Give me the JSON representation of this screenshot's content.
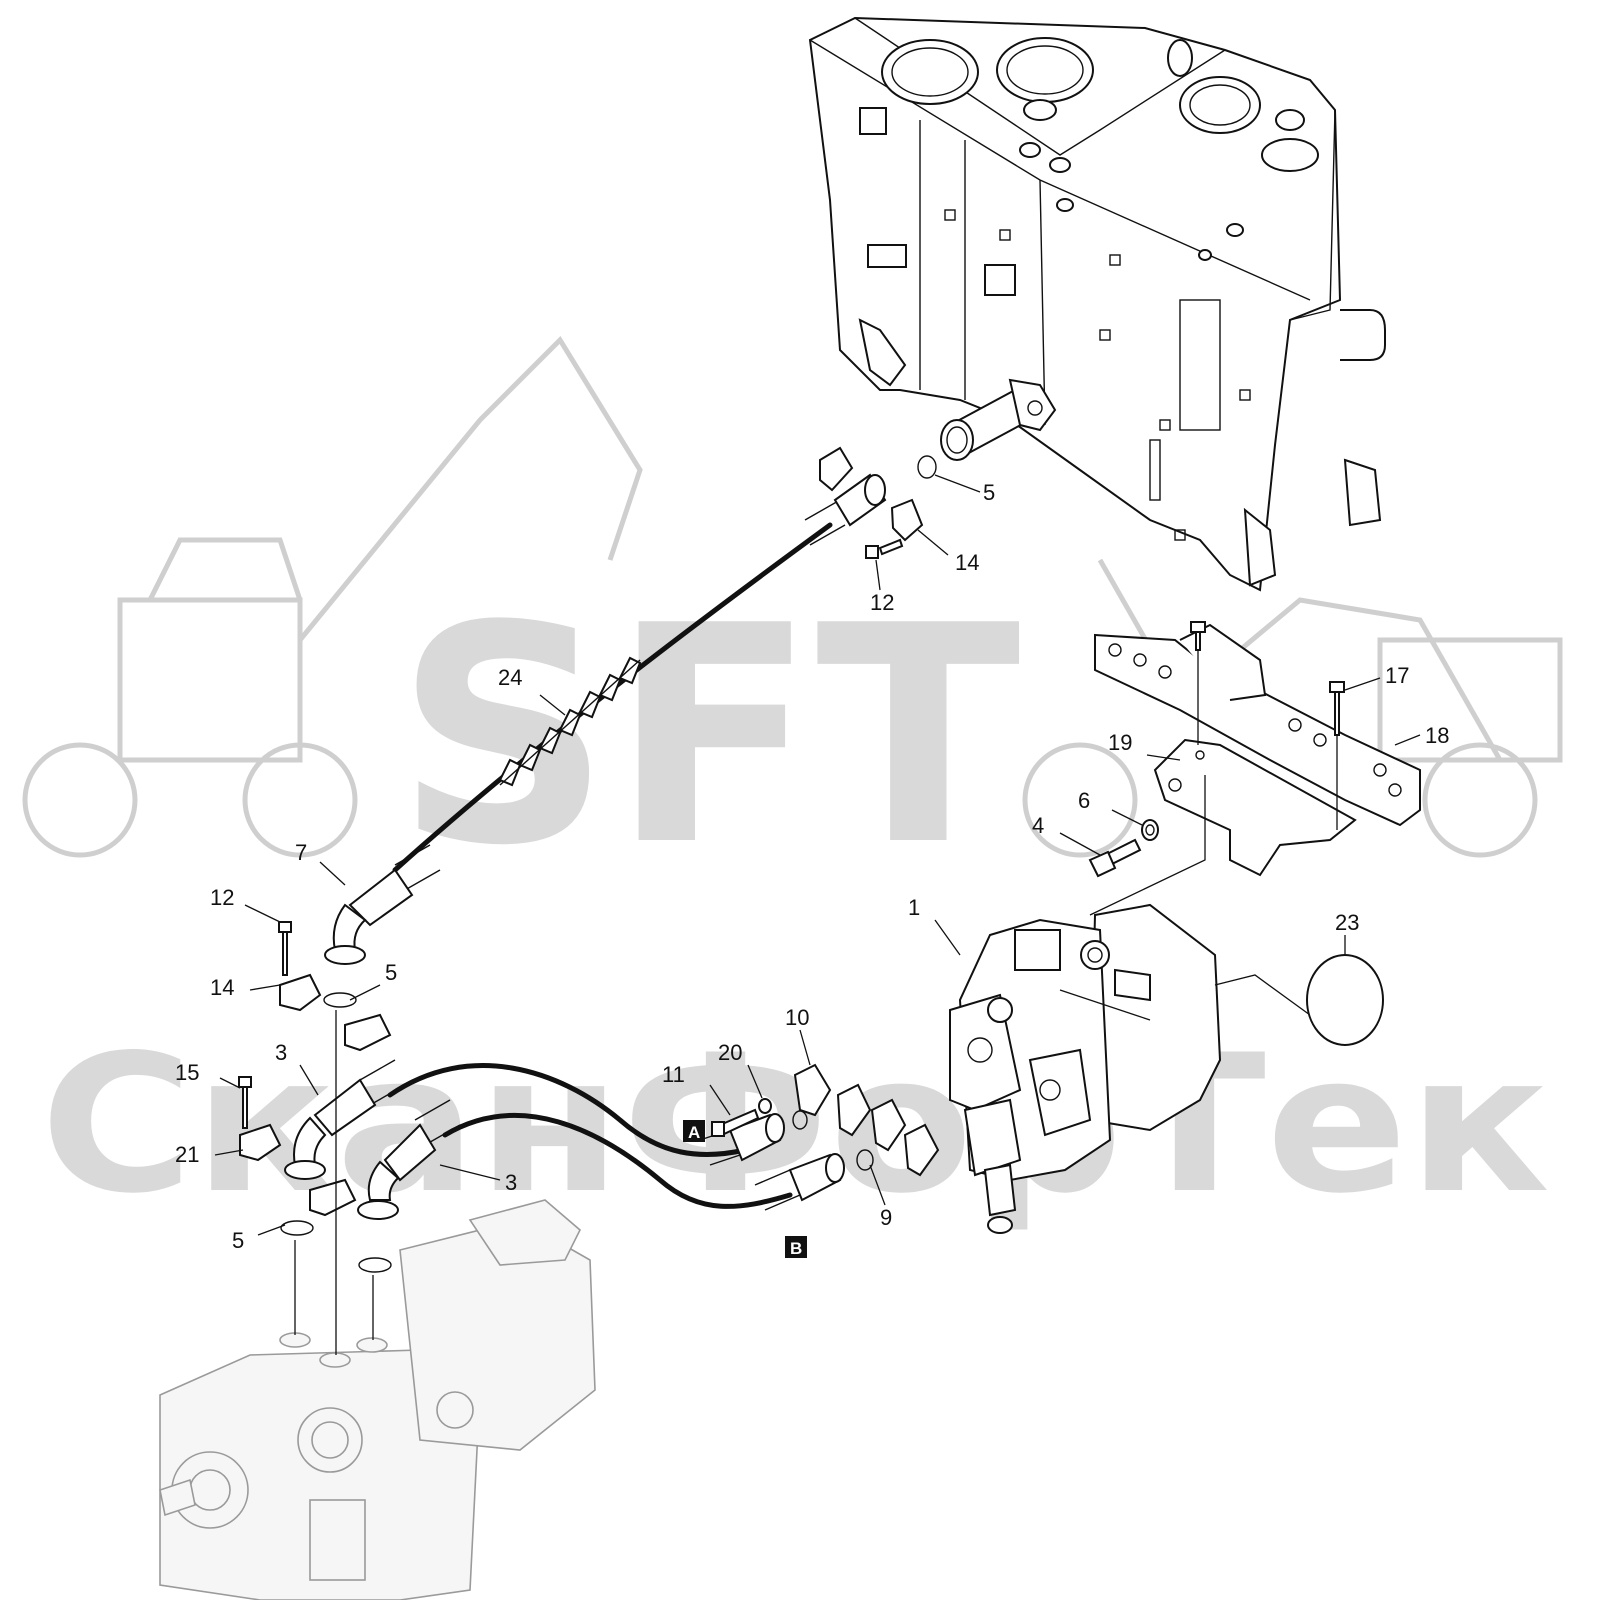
{
  "watermark": {
    "brand": "SFT",
    "company": "СканФорТек"
  },
  "port_markers": [
    {
      "id": "A",
      "text": "A"
    },
    {
      "id": "B",
      "text": "B"
    }
  ],
  "callouts": [
    {
      "id": "c1",
      "text": "1"
    },
    {
      "id": "c3a",
      "text": "3"
    },
    {
      "id": "c3b",
      "text": "3"
    },
    {
      "id": "c4",
      "text": "4"
    },
    {
      "id": "c5a",
      "text": "5"
    },
    {
      "id": "c5b",
      "text": "5"
    },
    {
      "id": "c5c",
      "text": "5"
    },
    {
      "id": "c6",
      "text": "6"
    },
    {
      "id": "c7",
      "text": "7"
    },
    {
      "id": "c9",
      "text": "9"
    },
    {
      "id": "c10",
      "text": "10"
    },
    {
      "id": "c11",
      "text": "11"
    },
    {
      "id": "c12a",
      "text": "12"
    },
    {
      "id": "c12b",
      "text": "12"
    },
    {
      "id": "c14a",
      "text": "14"
    },
    {
      "id": "c14b",
      "text": "14"
    },
    {
      "id": "c15",
      "text": "15"
    },
    {
      "id": "c17",
      "text": "17"
    },
    {
      "id": "c18",
      "text": "18"
    },
    {
      "id": "c19",
      "text": "19"
    },
    {
      "id": "c20",
      "text": "20"
    },
    {
      "id": "c21",
      "text": "21"
    },
    {
      "id": "c23",
      "text": "23"
    },
    {
      "id": "c24",
      "text": "24"
    }
  ],
  "colors": {
    "ink": "#111111",
    "watermark": "#d9d9d9",
    "ghost_pump": "#9a9a9a"
  }
}
